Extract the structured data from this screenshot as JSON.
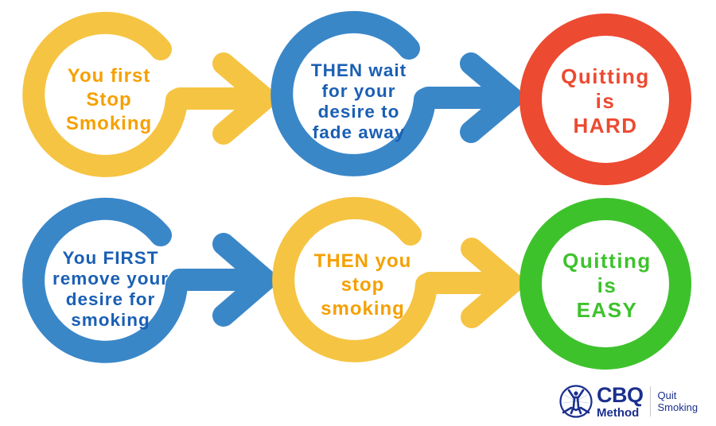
{
  "colors": {
    "yellow_shape": "#F6C443",
    "yellow_text": "#F5A000",
    "blue_shape": "#3A87C8",
    "blue_text": "#1A5FB4",
    "red": "#EC4A31",
    "green": "#3EC22C",
    "logo_navy": "#1B2F8E"
  },
  "rows": [
    {
      "steps": [
        {
          "color": "yellow",
          "lines": [
            "You first",
            "Stop",
            "Smoking"
          ]
        },
        {
          "color": "blue",
          "lines": [
            "THEN wait",
            "for your",
            "desire to",
            "fade away"
          ]
        }
      ],
      "outcome": {
        "color": "red",
        "lines": [
          "Quitting",
          "is",
          "HARD"
        ]
      }
    },
    {
      "steps": [
        {
          "color": "blue",
          "lines": [
            "You FIRST",
            "remove your",
            "desire for",
            "smoking"
          ]
        },
        {
          "color": "yellow",
          "lines": [
            "THEN you",
            "stop",
            "smoking"
          ]
        }
      ],
      "outcome": {
        "color": "green",
        "lines": [
          "Quitting",
          "is",
          "EASY"
        ]
      }
    }
  ],
  "logo": {
    "icon": "person-arms-raised-sunburst-icon",
    "brand_line1": "CBQ",
    "brand_line2": "Method",
    "tagline_line1": "Quit",
    "tagline_line2": "Smoking"
  }
}
